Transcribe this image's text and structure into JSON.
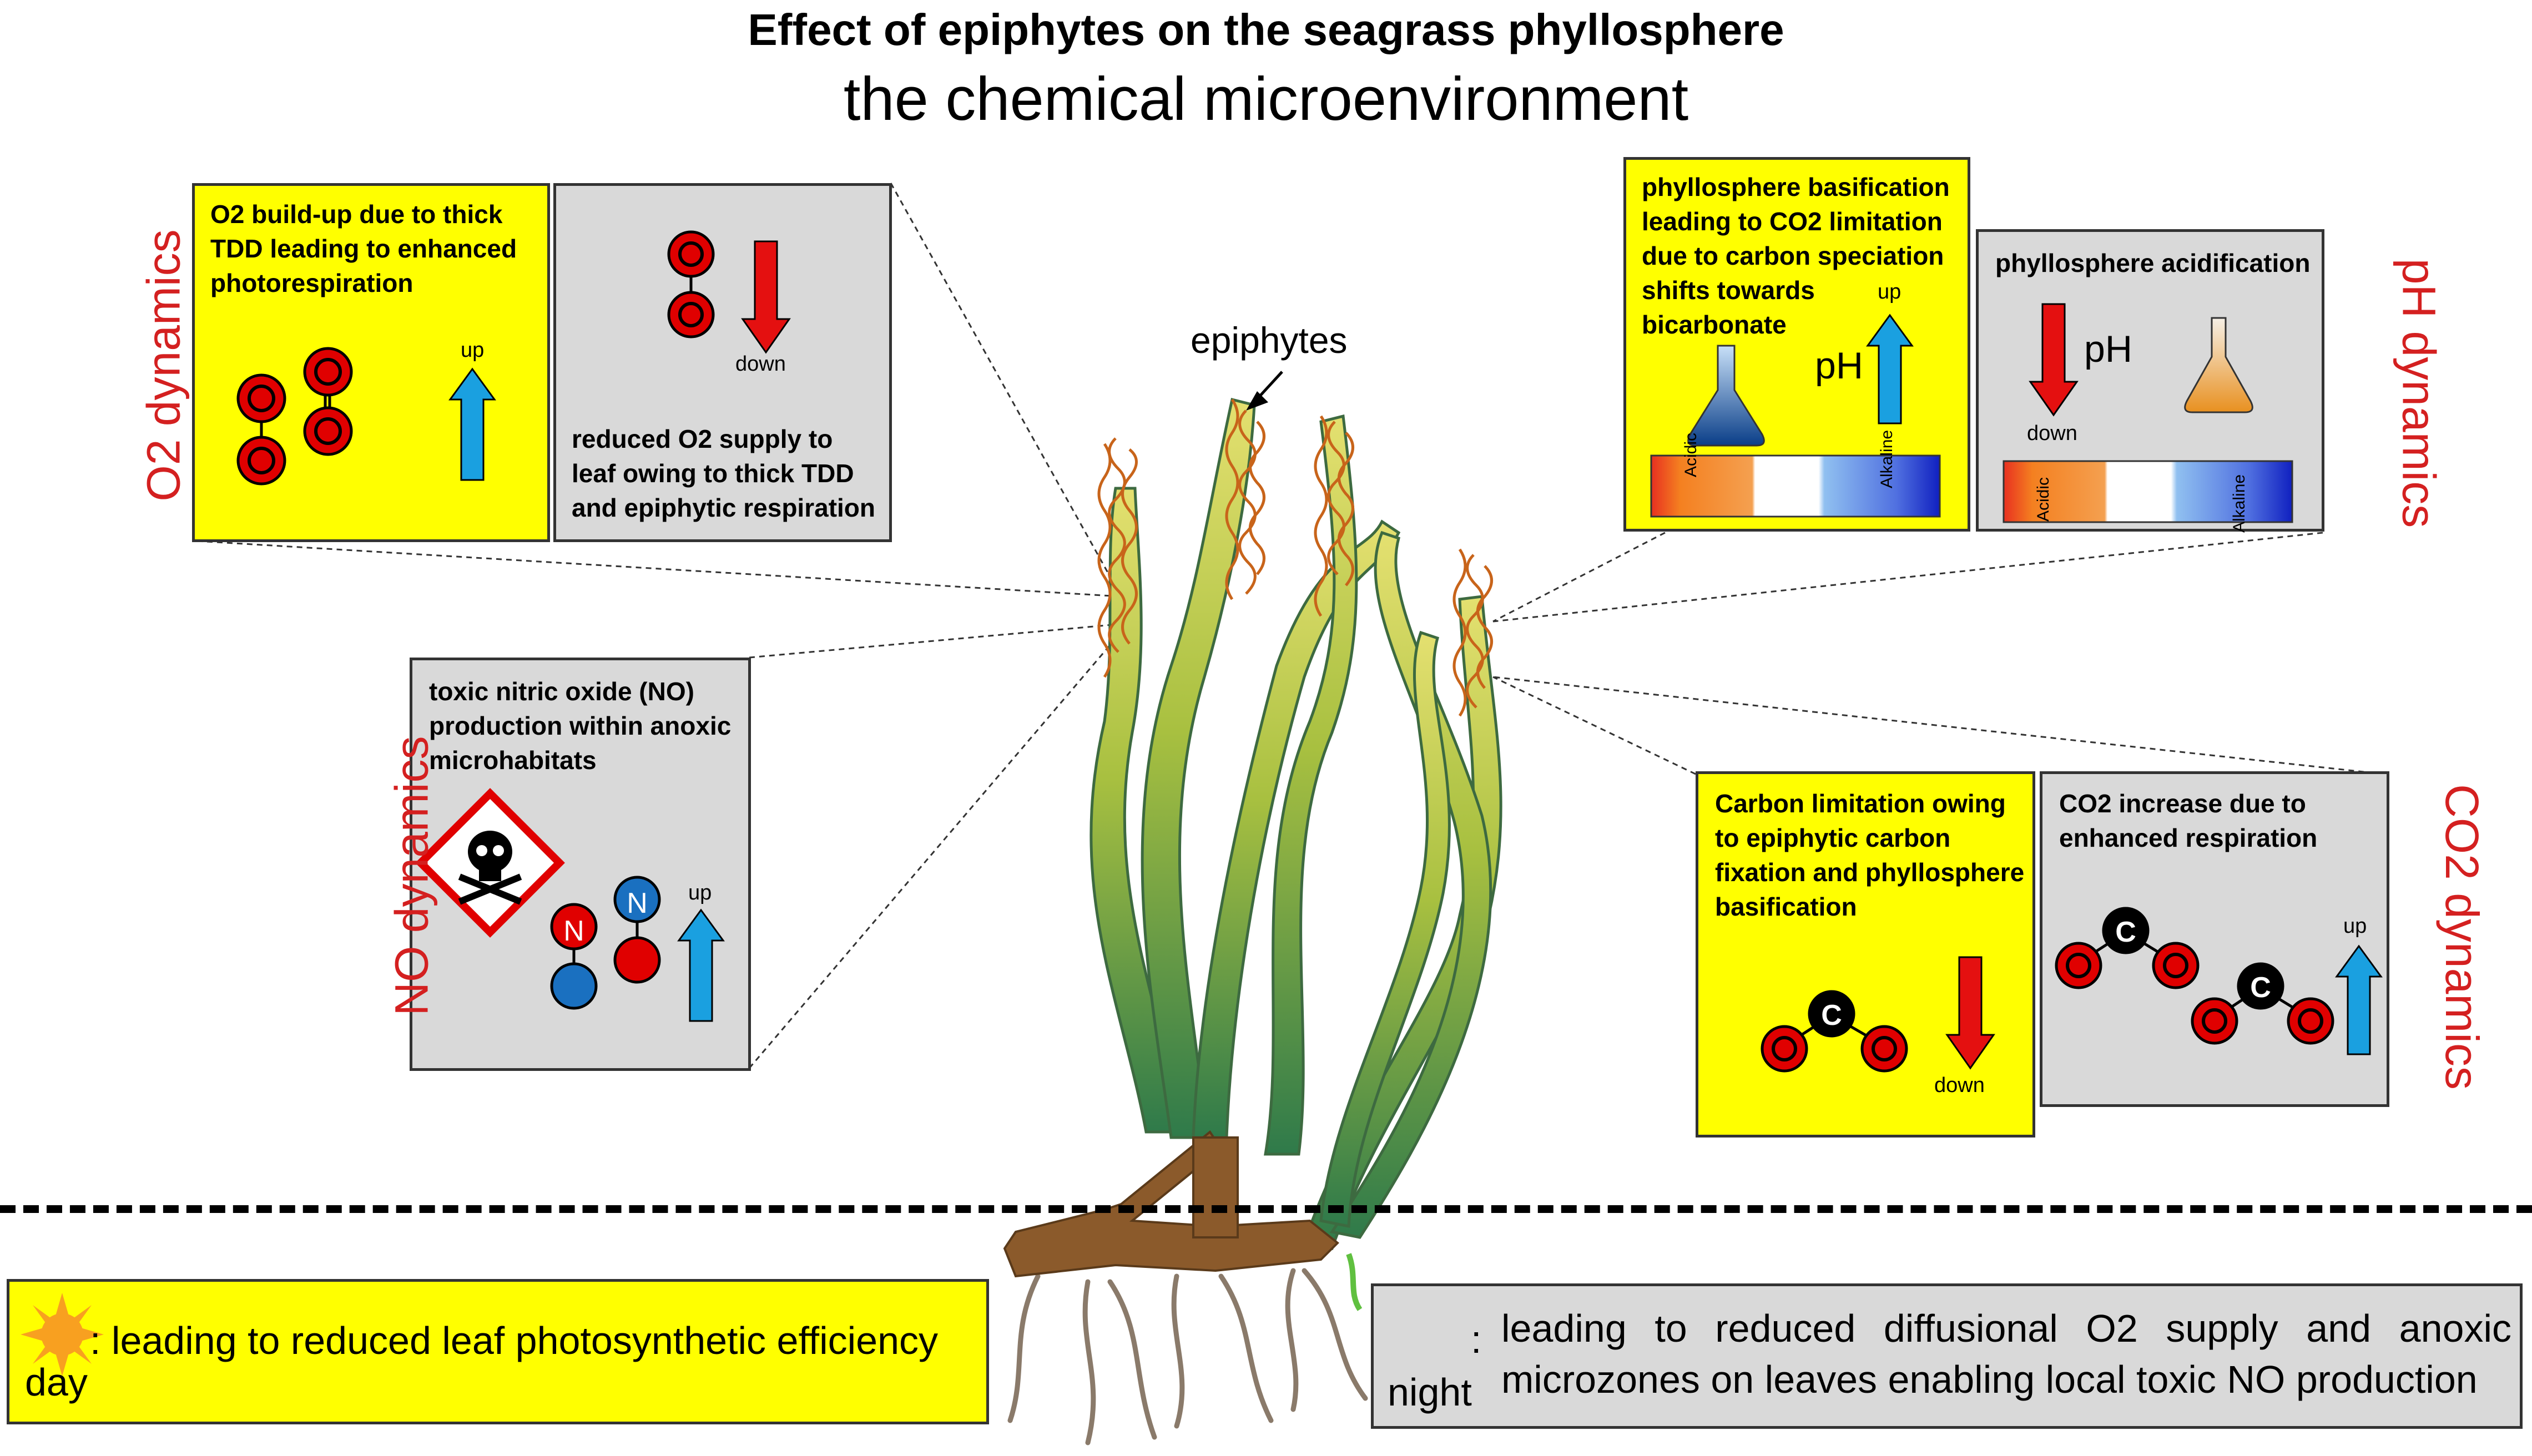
{
  "title": "Effect of epiphytes on the seagrass phyllosphere",
  "subtitle": "the chemical microenvironment",
  "epiphytes_label": "epiphytes",
  "side_labels": {
    "o2": "O2 dynamics",
    "no": "NO dynamics",
    "ph": "pH dynamics",
    "co2": "CO2 dynamics"
  },
  "o2_panel": {
    "yellow_text": "O2 build-up due to thick TDD leading to enhanced photorespiration",
    "yellow_arrow": "up",
    "grey_text": "reduced O2 supply to leaf owing to thick TDD and epiphytic respiration",
    "grey_arrow": "down"
  },
  "no_panel": {
    "text": "toxic nitric oxide (NO) production within anoxic microhabitats",
    "arrow": "up"
  },
  "ph_panel": {
    "yellow_text": "phyllosphere basification leading to CO2 limitation due to carbon speciation shifts towards bicarbonate",
    "yellow_arrow": "up",
    "yellow_ph": "pH",
    "grey_text": "phyllosphere acidification",
    "grey_arrow": "down",
    "grey_ph": "pH",
    "scale_acidic": "Acidic",
    "scale_alkaline": "Alkaline"
  },
  "co2_panel": {
    "yellow_text": "Carbon limitation owing to epiphytic carbon fixation and phyllosphere basification",
    "yellow_arrow": "down",
    "grey_text": "CO2 increase due to enhanced respiration",
    "grey_arrow": "up"
  },
  "molecule_letters": {
    "oxygen": "O",
    "carbon": "C",
    "nitrogen": "N"
  },
  "day": {
    "label": "day",
    "text": ": leading to reduced leaf photosynthetic efficiency"
  },
  "night": {
    "label": "night",
    "colon": ":",
    "text": "leading to reduced diffusional O2 supply and anoxic microzones on leaves enabling local toxic NO production"
  },
  "colors": {
    "yellow": "#ffff00",
    "grey": "#d9d9d9",
    "red_label": "#d42020",
    "arrow_red": "#e41010",
    "arrow_blue": "#1aa0e0",
    "atom_red": "#e00000",
    "atom_blue": "#1a70c0"
  }
}
